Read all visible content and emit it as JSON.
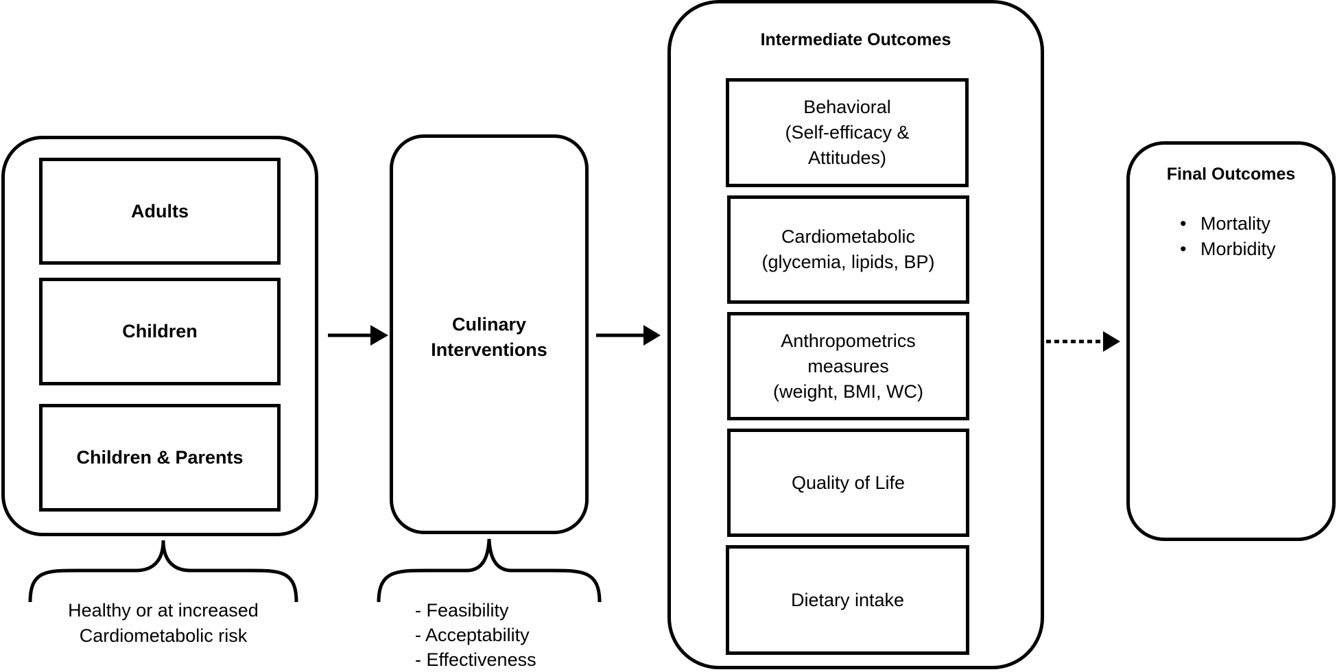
{
  "population": {
    "groups": [
      "Adults",
      "Children",
      "Children & Parents"
    ],
    "note": "Healthy or at increased\nCardiometabolic risk"
  },
  "intervention": {
    "title": "Culinary\nInterventions",
    "aspects": [
      "- Feasibility",
      "- Acceptability",
      "- Effectiveness"
    ]
  },
  "intermediate": {
    "title": "Intermediate Outcomes",
    "items": [
      "Behavioral\n(Self-efficacy &\nAttitudes)",
      "Cardiometabolic\n(glycemia, lipids, BP)",
      "Anthropometrics\nmeasures\n(weight, BMI, WC)",
      "Quality of Life",
      "Dietary intake"
    ]
  },
  "final": {
    "title": "Final Outcomes",
    "items": [
      "Mortality",
      "Morbidity"
    ]
  }
}
